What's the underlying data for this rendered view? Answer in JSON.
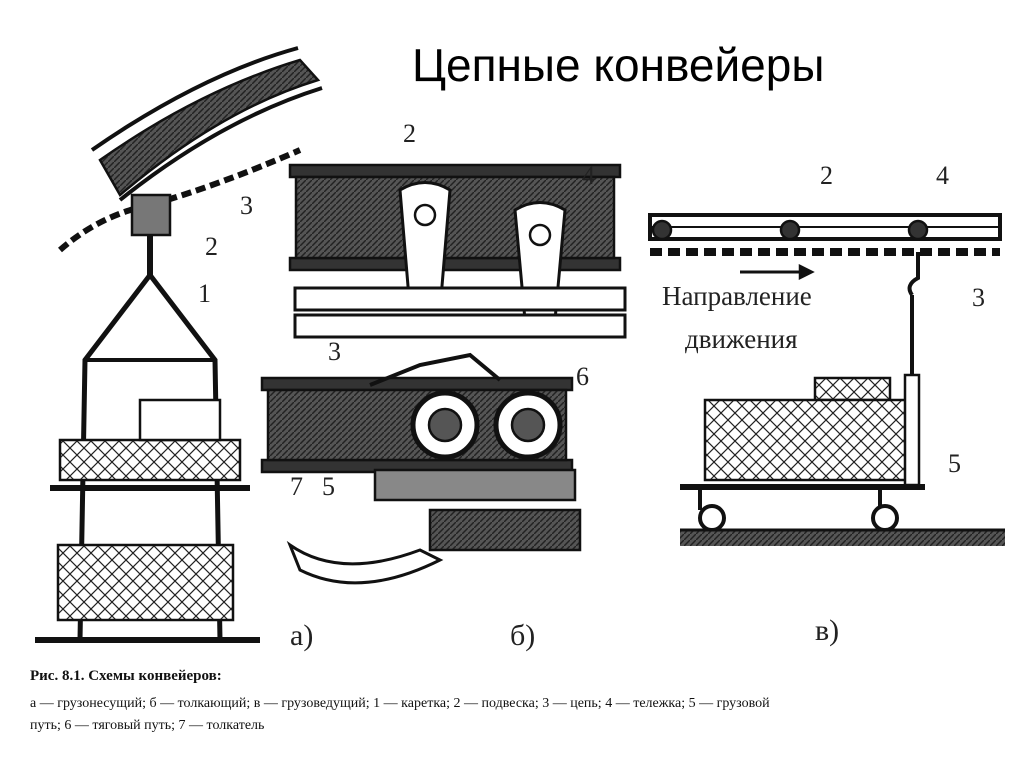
{
  "title": "Цепные конвейеры",
  "diagram": {
    "panel_a": {
      "part_labels": [
        "1",
        "2",
        "3"
      ],
      "letter": "а)"
    },
    "panel_b": {
      "part_labels": [
        "2",
        "4",
        "3",
        "6",
        "7",
        "5"
      ],
      "letter": "б)"
    },
    "panel_c": {
      "part_labels": [
        "2",
        "4",
        "3",
        "5"
      ],
      "direction_line1": "Направление",
      "direction_line2": "движения",
      "letter": "в)"
    }
  },
  "caption": {
    "title": "Рис. 8.1. Схемы конвейеров:",
    "line1": "а — грузонесущий; б — толкающий; в — грузоведущий; 1 — каретка; 2 — подвеска; 3 — цепь; 4 — тележка; 5 — грузовой",
    "line2": "путь; 6 — тяговый путь; 7 — толкатель"
  }
}
